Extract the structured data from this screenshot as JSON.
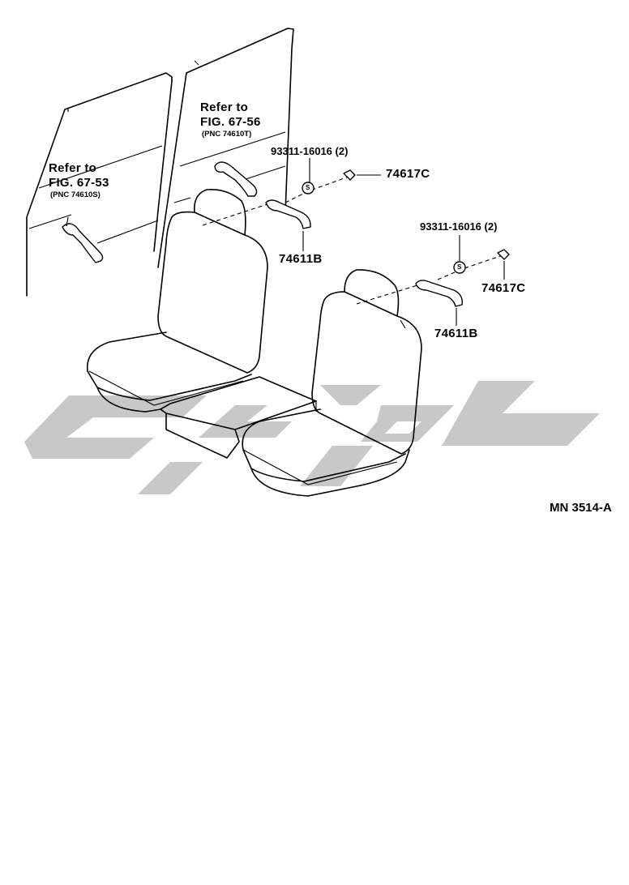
{
  "labels": {
    "refer_a_line1": "Refer to",
    "refer_a_line2": "FIG. 67-56",
    "refer_a_line3": "(PNC 74610T)",
    "refer_b_line1": "Refer to",
    "refer_b_line2": "FIG. 67-53",
    "refer_b_line3": "(PNC 74610S)",
    "screw_upper": "93311-16016 (2)",
    "screw_lower": "93311-16016 (2)",
    "cap_upper": "74617C",
    "cap_lower": "74617C",
    "grip_upper": "74611B",
    "grip_lower": "74611B",
    "screw_symbol": "S",
    "diagram_code": "MN  3514-A"
  }
}
